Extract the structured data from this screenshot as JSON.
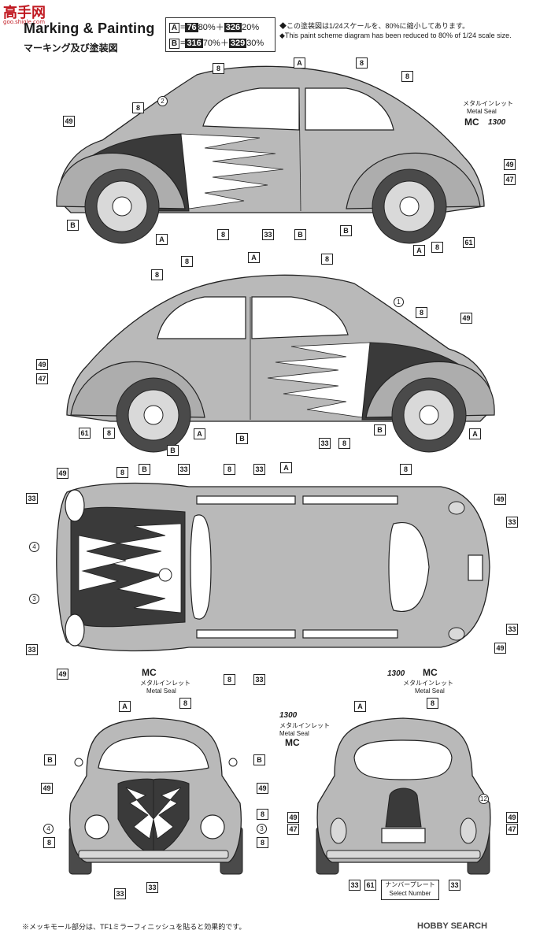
{
  "logo": {
    "mark": "高手网",
    "url": "goo.shigle.com"
  },
  "header": {
    "title": "Marking & Painting",
    "subtitle": "マーキング及び塗装図",
    "paint_a": {
      "key": "A",
      "c1": "76",
      "p1": "80%",
      "c2": "326",
      "p2": "20%"
    },
    "paint_b": {
      "key": "B",
      "c1": "316",
      "p1": "70%",
      "c2": "329",
      "p2": "30%"
    },
    "note_jp": "◆この塗装図は1/24スケールを、80%に縮小してあります。",
    "note_en": "◆This paint scheme diagram has been reduced to 80% of 1/24 scale size."
  },
  "labels": {
    "metal_inlet_jp": "メタルインレット",
    "metal_seal": "Metal Seal",
    "mc": "MC",
    "logo1300": "1300",
    "number_plate_jp": "ナンバープレート",
    "select_number": "Select Number"
  },
  "footer": {
    "note": "※メッキモール部分は、TF1ミラーフィニッシュを貼ると効果的です。",
    "brand": "HOBBY SEARCH"
  },
  "colors": {
    "a_body": "#b9b9b9",
    "b_flame": "#ffffff",
    "dark": "#3a3a3a",
    "line": "#222222"
  }
}
